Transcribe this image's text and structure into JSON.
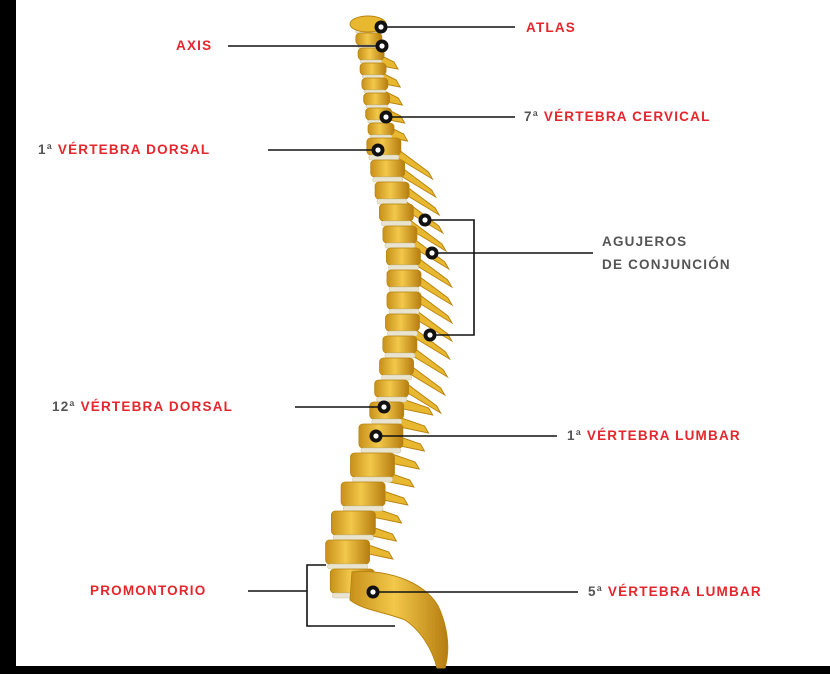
{
  "colors": {
    "label_red": "#e4262d",
    "label_gray": "#555555",
    "bone": "#e8b830",
    "bone_shadow": "#b98512",
    "disc": "#e9e4cf"
  },
  "labels": {
    "atlas": "ATLAS",
    "axis": "AXIS",
    "cervical_prefix": "7ª",
    "cervical_name": "VÉRTEBRA CERVICAL",
    "dorsal1_prefix": "1ª",
    "dorsal1_name": "VÉRTEBRA DORSAL",
    "agujeros_line1": "AGUJEROS",
    "agujeros_line2": "DE CONJUNCIÓN",
    "dorsal12_prefix": "12ª",
    "dorsal12_name": "VÉRTEBRA DORSAL",
    "lumbar1_prefix": "1ª",
    "lumbar1_name": "VÉRTEBRA LUMBAR",
    "promontorio": "PROMONTORIO",
    "lumbar5_prefix": "5ª",
    "lumbar5_name": "VÉRTEBRA LUMBAR"
  }
}
